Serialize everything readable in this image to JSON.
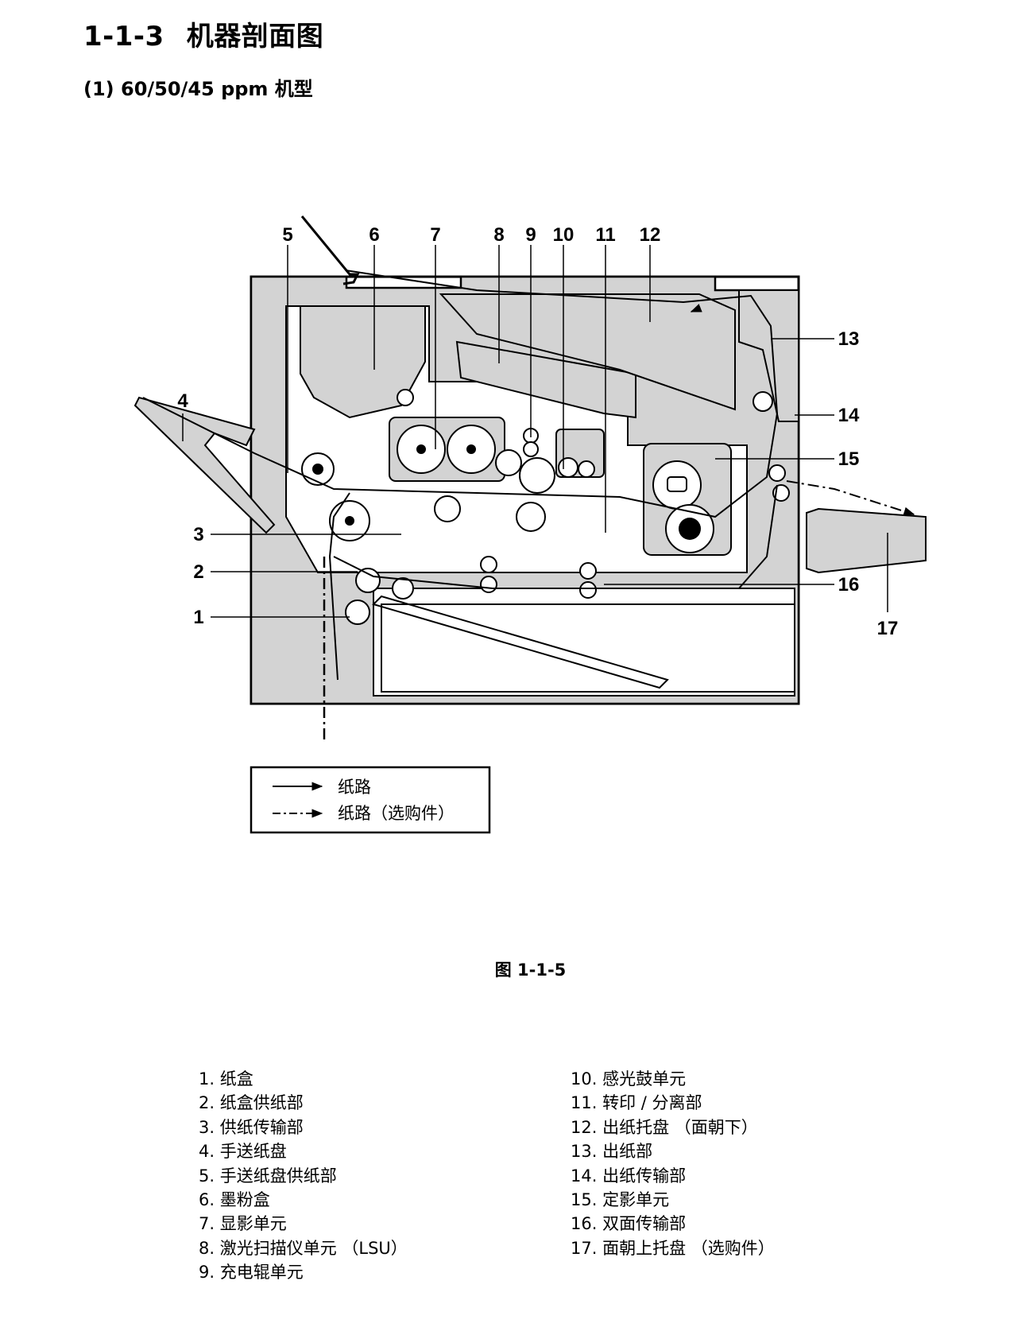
{
  "section": {
    "number": "1-1-3",
    "title": "机器剖面图"
  },
  "subsection": {
    "title": "(1) 60/50/45 ppm 机型"
  },
  "diagram": {
    "callouts": [
      "1",
      "2",
      "3",
      "4",
      "5",
      "6",
      "7",
      "8",
      "9",
      "10",
      "11",
      "12",
      "13",
      "14",
      "15",
      "16",
      "17"
    ],
    "legend": [
      {
        "style": "solid",
        "label": "纸路"
      },
      {
        "style": "dashed",
        "label": "纸路（选购件）"
      }
    ]
  },
  "figure": {
    "caption": "图 1-1-5"
  },
  "parts_list": {
    "left": [
      "1. 纸盒",
      "2. 纸盒供纸部",
      "3. 供纸传输部",
      "4. 手送纸盘",
      "5. 手送纸盘供纸部",
      "6. 墨粉盒",
      "7. 显影单元",
      "8. 激光扫描仪单元 （LSU）",
      "9. 充电辊单元"
    ],
    "right": [
      "10. 感光鼓单元",
      "11. 转印 / 分离部",
      "12. 出纸托盘 （面朝下）",
      "13. 出纸部",
      "14. 出纸传输部",
      "15. 定影单元",
      "16. 双面传输部",
      "17. 面朝上托盘 （选购件）"
    ]
  },
  "colors": {
    "fill": "#d3d3d3",
    "line": "#000000",
    "background": "#ffffff"
  }
}
